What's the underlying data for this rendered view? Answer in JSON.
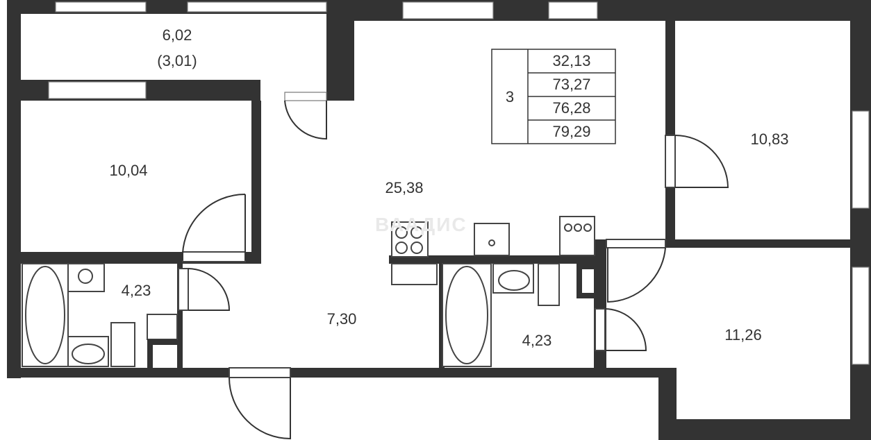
{
  "watermark": "ВААДИС",
  "colors": {
    "wall": "#333333",
    "background": "#ffffff"
  },
  "rooms": [
    {
      "id": "balcony",
      "area": "6,02",
      "area_reduced": "(3,01)"
    },
    {
      "id": "living-kitchen",
      "area": "25,38"
    },
    {
      "id": "bedroom-left",
      "area": "10,04"
    },
    {
      "id": "bedroom-right-top",
      "area": "10,83"
    },
    {
      "id": "bedroom-right-bottom",
      "area": "11,26"
    },
    {
      "id": "bathroom-left",
      "area": "4,23"
    },
    {
      "id": "bathroom-center",
      "area": "4,23"
    },
    {
      "id": "hallway",
      "area": "7,30"
    }
  ],
  "summary_table": {
    "rooms_count": "3",
    "areas": [
      "32,13",
      "73,27",
      "76,28",
      "79,29"
    ]
  }
}
